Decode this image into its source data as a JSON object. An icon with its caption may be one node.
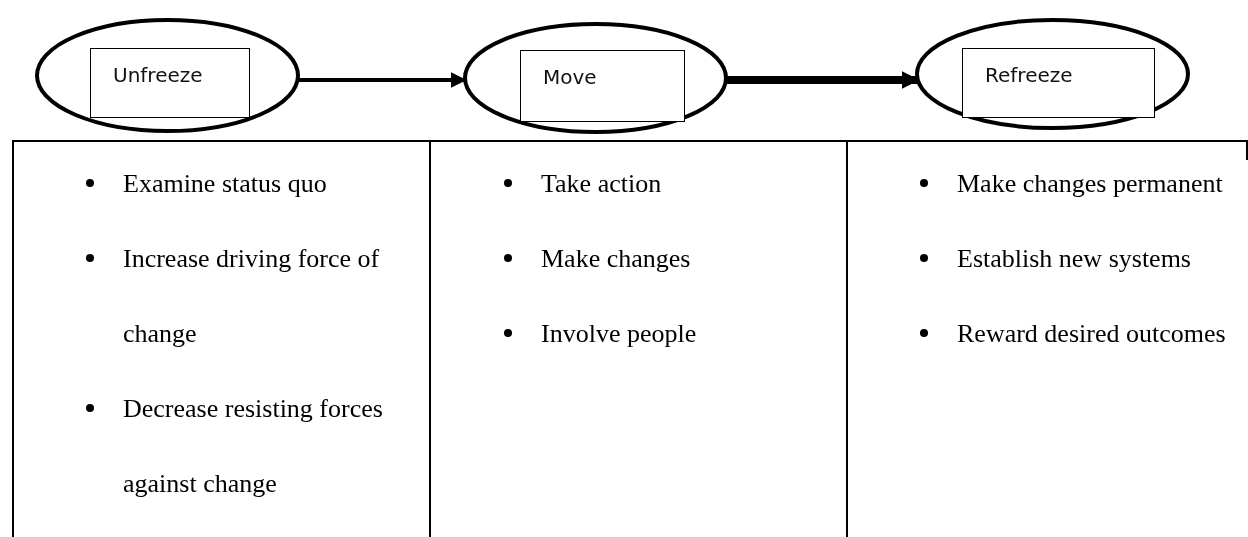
{
  "diagram": {
    "nodes": [
      {
        "text": [],
        "shape": "circle"
      },
      {
        "text": [
          "Unfreeze"
        ],
        "in": 0
      },
      {
        "text": [],
        "shape": "circle"
      },
      {
        "text": [
          "Move"
        ],
        "in": 2
      },
      {
        "text": [],
        "shape": "circle"
      },
      {
        "text": [
          "Refreeze"
        ],
        "in": 4
      }
    ],
    "edges": [
      {
        "from": 0,
        "to": 2,
        "arrow": "to"
      },
      {
        "from": 2,
        "to": 4,
        "arrow": "to",
        "style": "thick"
      }
    ],
    "labels": [
      "Examine status quo",
      "Increase driving force of change",
      "Decrease resisting forces against change",
      "Take action",
      "Make changes",
      "Involve people",
      "Make changes permanent",
      "Establish new systems",
      "Reward desired outcomes"
    ]
  }
}
